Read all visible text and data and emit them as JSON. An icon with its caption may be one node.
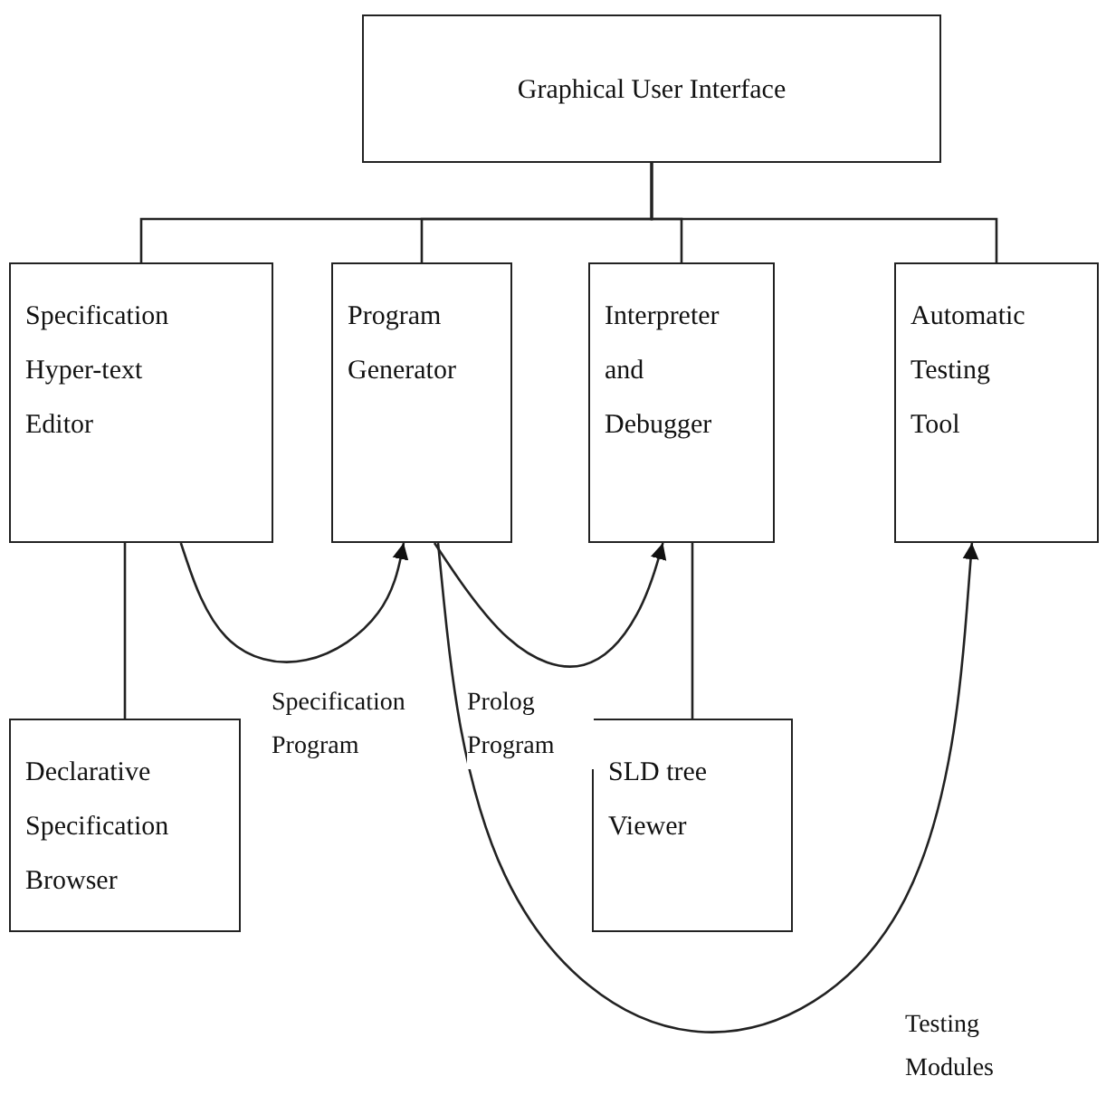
{
  "diagram": {
    "nodes": [
      {
        "text": [
          "Graphical User Interface"
        ]
      },
      {
        "text": [
          "Specification Hyper-text Editor"
        ]
      },
      {
        "text": [
          "Program Generator"
        ]
      },
      {
        "text": [
          "Interpreter and Debugger"
        ]
      },
      {
        "text": [
          "Automatic Testing Tool"
        ]
      },
      {
        "text": [
          "Declarative Specification Browser"
        ]
      },
      {
        "text": [
          "SLD tree Viewer"
        ]
      }
    ],
    "edges": [
      {
        "from": 0,
        "to": 1,
        "arrow": "none"
      },
      {
        "from": 0,
        "to": 2,
        "arrow": "none"
      },
      {
        "from": 0,
        "to": 3,
        "arrow": "none"
      },
      {
        "from": 0,
        "to": 4,
        "arrow": "none"
      },
      {
        "from": 1,
        "to": 5,
        "arrow": "none"
      },
      {
        "from": 3,
        "to": 6,
        "arrow": "none"
      },
      {
        "from": 1,
        "to": 2,
        "arrow": "to",
        "label": "Specification Program"
      },
      {
        "from": 2,
        "to": 3,
        "arrow": "to",
        "label": "Prolog Program"
      },
      {
        "from": 2,
        "to": 4,
        "arrow": "to",
        "label": "Testing Modules"
      }
    ]
  }
}
